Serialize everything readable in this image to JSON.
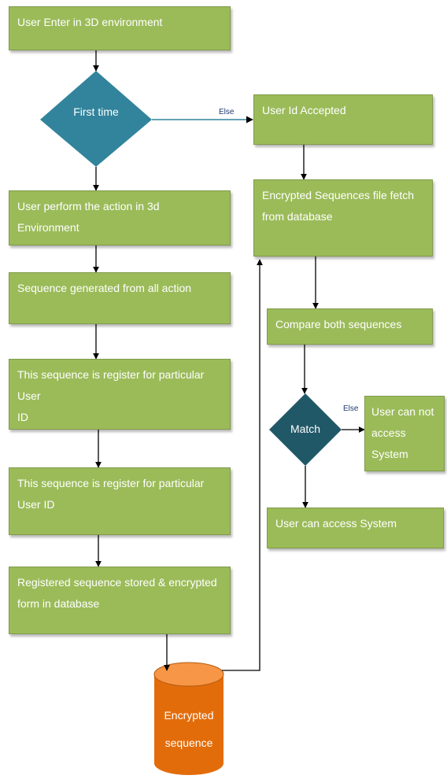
{
  "colors": {
    "process_box": "#9bbb59",
    "decision_first_time": "#31849b",
    "decision_match": "#215868",
    "database": "#e36c0a",
    "connector": "#000000"
  },
  "nodes": {
    "user_enter": "User Enter in 3D environment",
    "first_time": "First time",
    "user_id_accepted": "User Id Accepted",
    "user_perform": "User perform the action in 3d Environment",
    "sequence_generated": "Sequence generated from all action",
    "register_1": [
      "This sequence is register for particular User",
      "ID"
    ],
    "register_2": [
      "This sequence is register for particular",
      "User ID"
    ],
    "stored_encrypted": [
      "Registered sequence stored & encrypted",
      "form in database"
    ],
    "encrypted_fetch": [
      "Encrypted Sequences file fetch",
      "from database"
    ],
    "compare": "Compare both sequences",
    "match": "Match",
    "cannot_access": [
      "User can not",
      "access System"
    ],
    "can_access": "User can access System",
    "database": [
      "Encrypted",
      "sequence"
    ]
  },
  "edge_labels": {
    "first_time_else": "Else",
    "match_else": "Else"
  }
}
